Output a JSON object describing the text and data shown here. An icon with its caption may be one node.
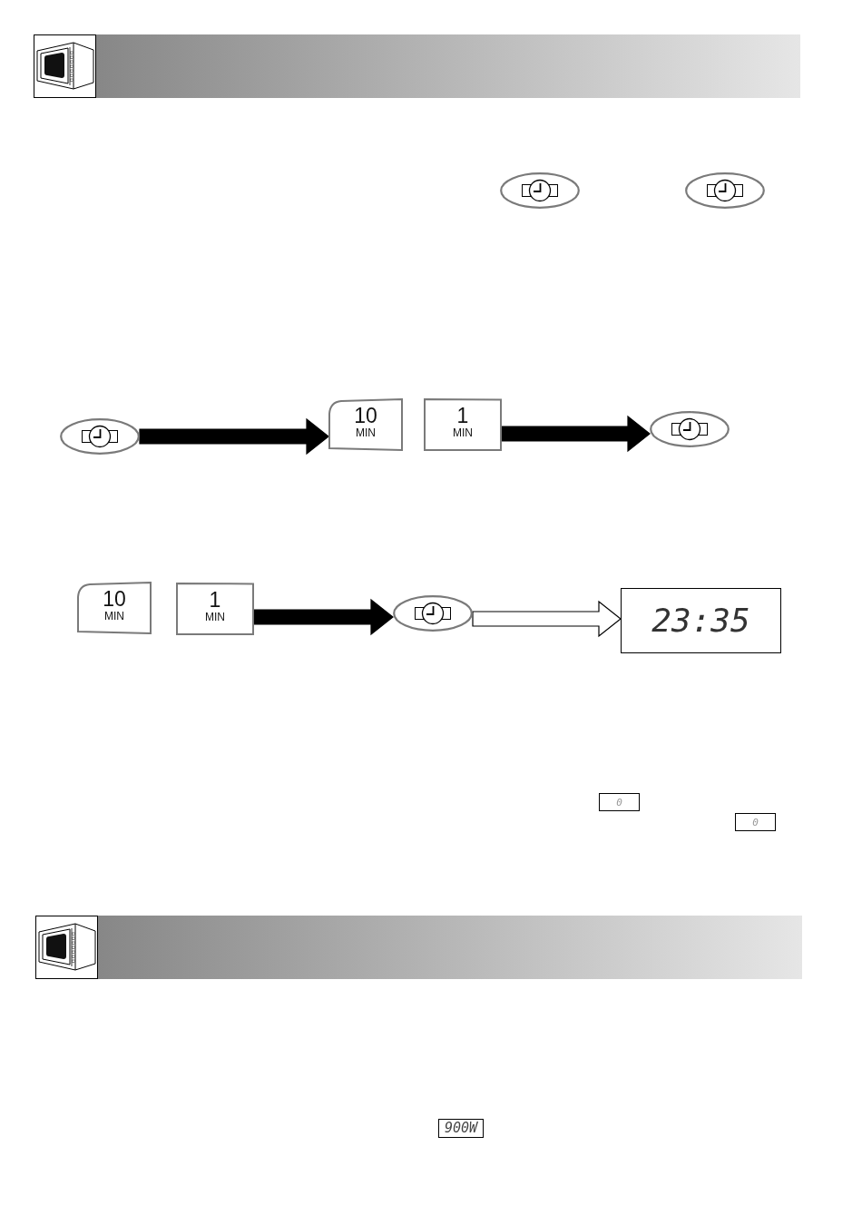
{
  "diagram": {
    "nodes": [
      {
        "text": [],
        "shape": "ellipse"
      },
      {
        "text": [],
        "shape": "ellipse"
      },
      {
        "text": [],
        "shape": "ellipse"
      },
      {
        "text": [
          "10",
          "MIN"
        ]
      },
      {
        "text": [
          "1",
          "MIN"
        ]
      },
      {
        "text": [],
        "shape": "ellipse"
      },
      {
        "text": [
          "10",
          "MIN"
        ]
      },
      {
        "text": [
          "1",
          "MIN"
        ]
      },
      {
        "text": [],
        "shape": "ellipse"
      },
      {
        "text": [
          "23:35"
        ]
      },
      {
        "text": [
          "0"
        ]
      },
      {
        "text": [
          "0"
        ]
      },
      {
        "text": [
          "900W"
        ]
      }
    ],
    "edges": [
      {
        "from": 2,
        "to": 3,
        "arrow": "to"
      },
      {
        "from": 4,
        "to": 5,
        "arrow": "to"
      },
      {
        "from": 7,
        "to": 8,
        "arrow": "to"
      },
      {
        "from": 8,
        "to": 9,
        "arrow": "to",
        "color": "#ffffff"
      }
    ]
  }
}
